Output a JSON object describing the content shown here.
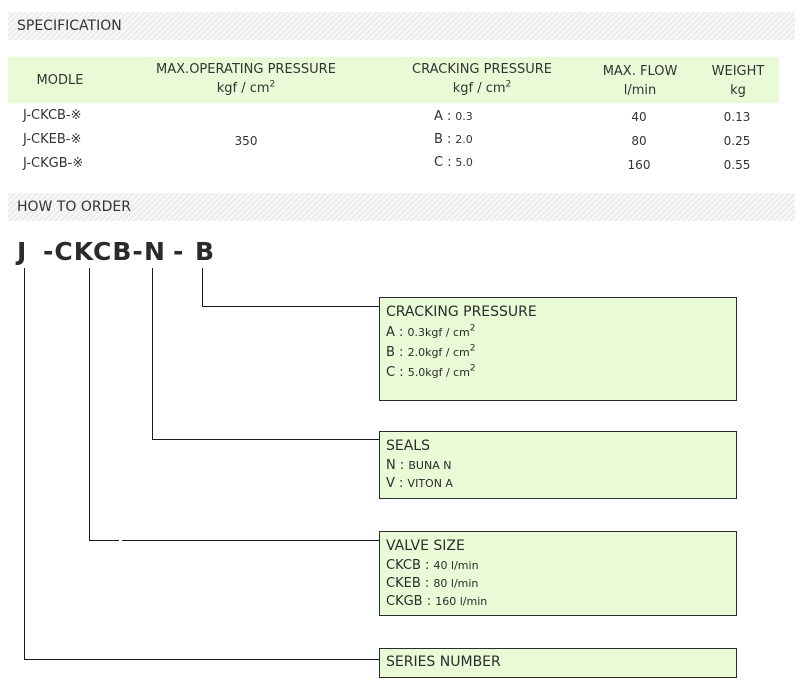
{
  "specification": {
    "title": "SPECIFICATION",
    "headers": {
      "model": "MODLE",
      "max_pressure": "MAX.OPERATING PRESSURE",
      "max_pressure_unit": "kgf / cm",
      "cracking": "CRACKING PRESSURE",
      "cracking_unit": "kgf / cm",
      "unit_exp": "2",
      "flow": "MAX. FLOW",
      "flow_unit": "l/min",
      "weight": "WEIGHT",
      "weight_unit": "kg"
    },
    "max_pressure_value": "350",
    "rows": [
      {
        "model": "J-CKCB-※",
        "crack_key": "A :",
        "crack_val": "0.3",
        "flow": "40",
        "weight": "0.13"
      },
      {
        "model": "J-CKEB-※",
        "crack_key": "B :",
        "crack_val": "2.0",
        "flow": "80",
        "weight": "0.25"
      },
      {
        "model": "J-CKGB-※",
        "crack_key": "C :",
        "crack_val": "5.0",
        "flow": "160",
        "weight": "0.55"
      }
    ]
  },
  "how_to_order": {
    "title": "HOW TO ORDER",
    "code_parts": [
      "J",
      "-CKCB-",
      "N",
      "-",
      "B"
    ],
    "boxes": {
      "cracking": {
        "title": "CRACKING PRESSURE",
        "items": [
          {
            "key": "A :",
            "val": "0.3kgf / cm",
            "exp": "2"
          },
          {
            "key": "B :",
            "val": "2.0kgf / cm",
            "exp": "2"
          },
          {
            "key": "C :",
            "val": "5.0kgf / cm",
            "exp": "2"
          }
        ]
      },
      "seals": {
        "title": "SEALS",
        "items": [
          {
            "key": "N :",
            "val": "BUNA N"
          },
          {
            "key": "V :",
            "val": "VITON A"
          }
        ]
      },
      "valve_size": {
        "title": "VALVE SIZE",
        "items": [
          {
            "key": "CKCB :",
            "val": "40 l/min"
          },
          {
            "key": "CKEB :",
            "val": "80 l/min"
          },
          {
            "key": "CKGB :",
            "val": "160 l/min"
          }
        ]
      },
      "series": {
        "title": "SERIES NUMBER"
      }
    }
  }
}
